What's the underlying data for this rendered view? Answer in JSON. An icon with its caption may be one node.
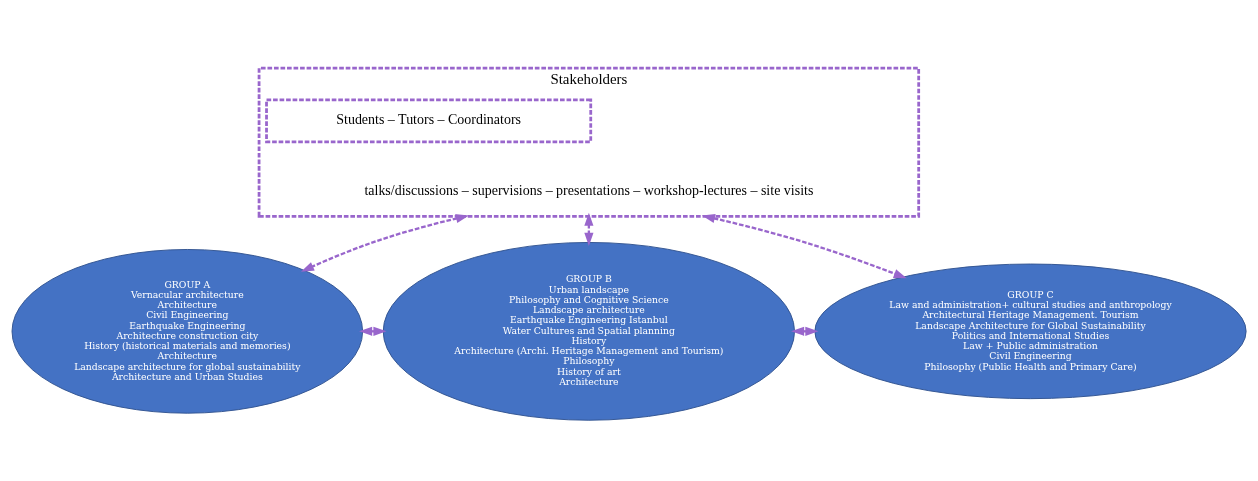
{
  "diagram": {
    "nodes": [
      {
        "text": [
          "Stakeholders"
        ]
      },
      {
        "text": [
          "Students – Tutors – Coordinators"
        ],
        "in": 0
      },
      {
        "text": [
          "GROUP A",
          "Vernacular architecture",
          "Architecture",
          "Civil Engineering",
          "Earthquake Engineering",
          "Architecture construction city",
          "History (historical materials and memories)",
          "Architecture",
          "Landscape architecture for global sustainability",
          "Architecture and Urban Studies"
        ]
      },
      {
        "text": [
          "GROUP B",
          "Urban landscape",
          "Philosophy and Cognitive Science",
          "Landscape architecture",
          "Earthquake Engineering Istanbul",
          "Water Cultures and Spatial planning",
          "History",
          "Architecture (Archi. Heritage Management and Tourism)",
          "Philosophy",
          "History of art",
          "Architecture"
        ]
      },
      {
        "text": [
          "GROUP C",
          "Law and administration+ cultural studies and anthropology",
          "Architectural Heritage Management. Tourism",
          "Landscape Architecture for Global Sustainability",
          "Politics and International Studies",
          "Law + Public administration",
          "Civil Engineering",
          "Philosophy (Public Health and Primary Care)"
        ]
      }
    ],
    "edges": [
      {
        "from": 0,
        "to": 2,
        "arrow": "both",
        "style": "dashed"
      },
      {
        "from": 0,
        "to": 3,
        "arrow": "both",
        "style": "dashed"
      },
      {
        "from": 0,
        "to": 4,
        "arrow": "both",
        "style": "dashed"
      },
      {
        "from": 2,
        "to": 3,
        "arrow": "both",
        "style": "dashed"
      },
      {
        "from": 3,
        "to": 4,
        "arrow": "both",
        "style": "dashed"
      }
    ],
    "labels": [
      "talks/discussions – supervisions – presentations – workshop-lectures – site visits"
    ]
  }
}
